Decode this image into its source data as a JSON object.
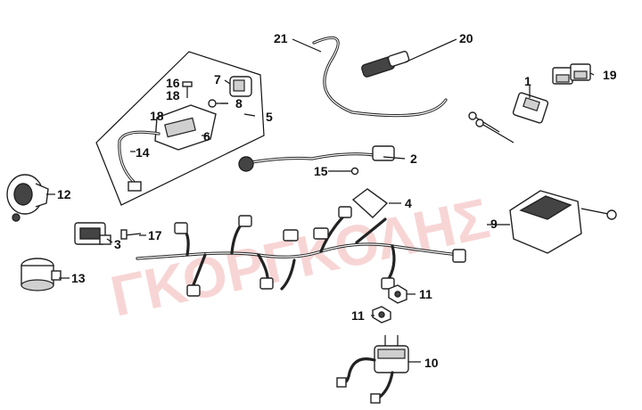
{
  "watermark": {
    "text": "ΓΚΟΡΓΚΟΛΗΣ",
    "color": "#f3b3b3"
  },
  "part_labels": {
    "p1": "1",
    "p2": "2",
    "p3": "3",
    "p4": "4",
    "p5": "5",
    "p6": "6",
    "p7": "7",
    "p8": "8",
    "p9": "9",
    "p10": "10",
    "p11a": "11",
    "p11b": "11",
    "p12": "12",
    "p13": "13",
    "p14": "14",
    "p15": "15",
    "p16": "16",
    "p17": "17",
    "p18a": "18",
    "p18b": "18",
    "p19": "19",
    "p20": "20",
    "p21": "21"
  }
}
